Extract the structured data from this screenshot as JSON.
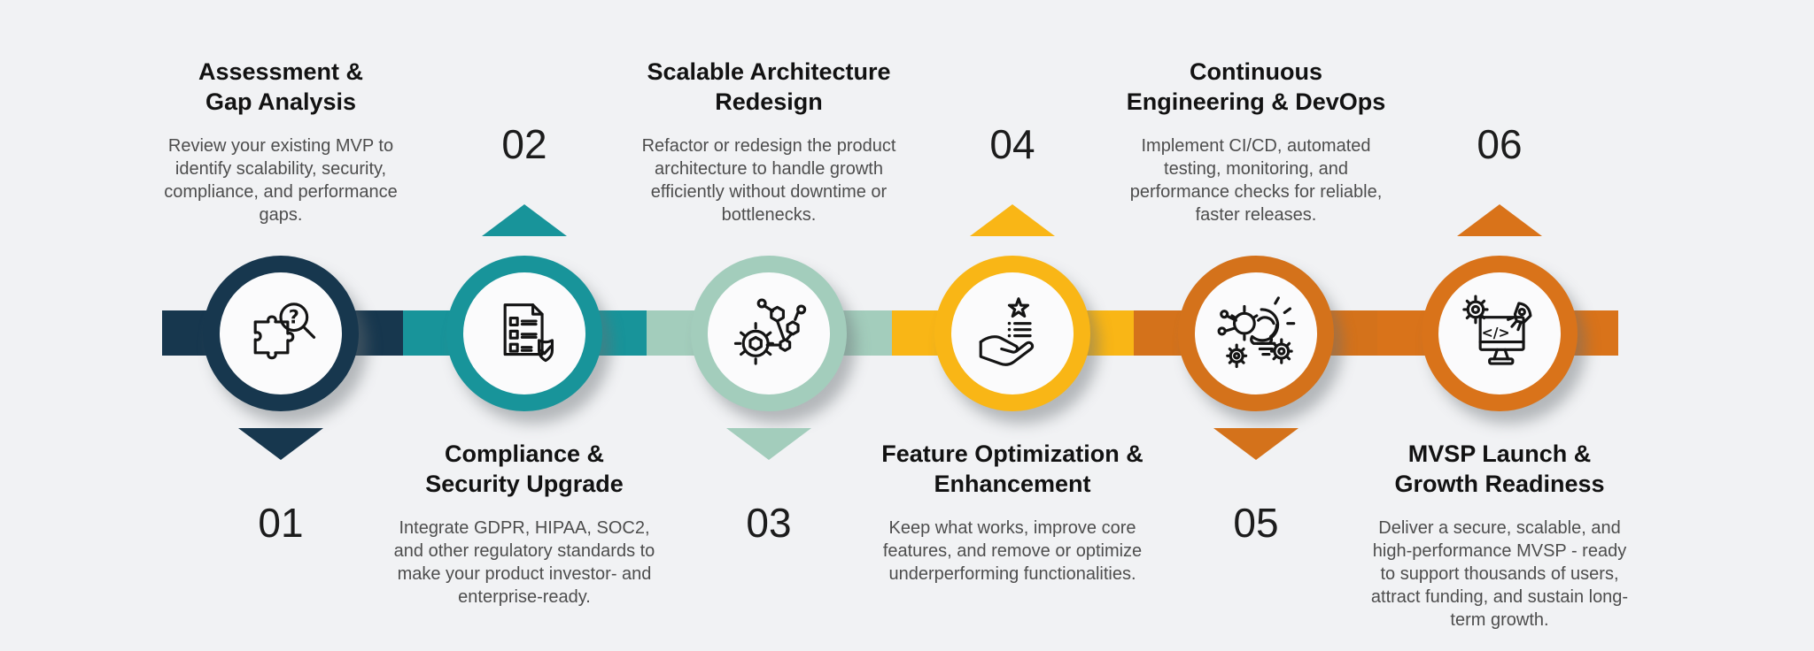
{
  "canvas": {
    "background_color": "#f1f2f4"
  },
  "steps": [
    {
      "number": "01",
      "accent_color": "#17374e",
      "title_line1": "Assessment &",
      "title_line2": "Gap Analysis",
      "description": "Review your existing MVP to identify scalability, security, compliance, and performance gaps.",
      "icon": "puzzle-magnifier-icon",
      "text_position": "top"
    },
    {
      "number": "02",
      "accent_color": "#18949a",
      "title_line1": "Compliance &",
      "title_line2": "Security Upgrade",
      "description": "Integrate GDPR, HIPAA, SOC2, and other regulatory standards to make your product investor- and enterprise-ready.",
      "icon": "checklist-shield-icon",
      "text_position": "bottom"
    },
    {
      "number": "03",
      "accent_color": "#a3cdbc",
      "title_line1": "Scalable Architecture",
      "title_line2": "Redesign",
      "description": "Refactor or redesign the product architecture to handle growth efficiently without downtime or bottlenecks.",
      "icon": "gear-network-icon",
      "text_position": "top"
    },
    {
      "number": "04",
      "accent_color": "#f9b616",
      "title_line1": "Feature Optimization &",
      "title_line2": "Enhancement",
      "description": "Keep what works, improve core features, and remove or optimize underperforming functionalities.",
      "icon": "hand-star-icon",
      "text_position": "bottom"
    },
    {
      "number": "05",
      "accent_color": "#d4721b",
      "title_line1": "Continuous",
      "title_line2": "Engineering & DevOps",
      "description": "Implement CI/CD, automated testing, monitoring, and performance checks for reliable, faster releases.",
      "icon": "bulb-gears-icon",
      "text_position": "top"
    },
    {
      "number": "06",
      "accent_color": "#d9731a",
      "title_line1": "MVSP Launch &",
      "title_line2": "Growth Readiness",
      "description": "Deliver a secure, scalable, and high-performance MVSP - ready to support thousands of users, attract funding, and sustain long-term growth.",
      "icon": "rocket-monitor-icon",
      "text_position": "bottom"
    }
  ]
}
